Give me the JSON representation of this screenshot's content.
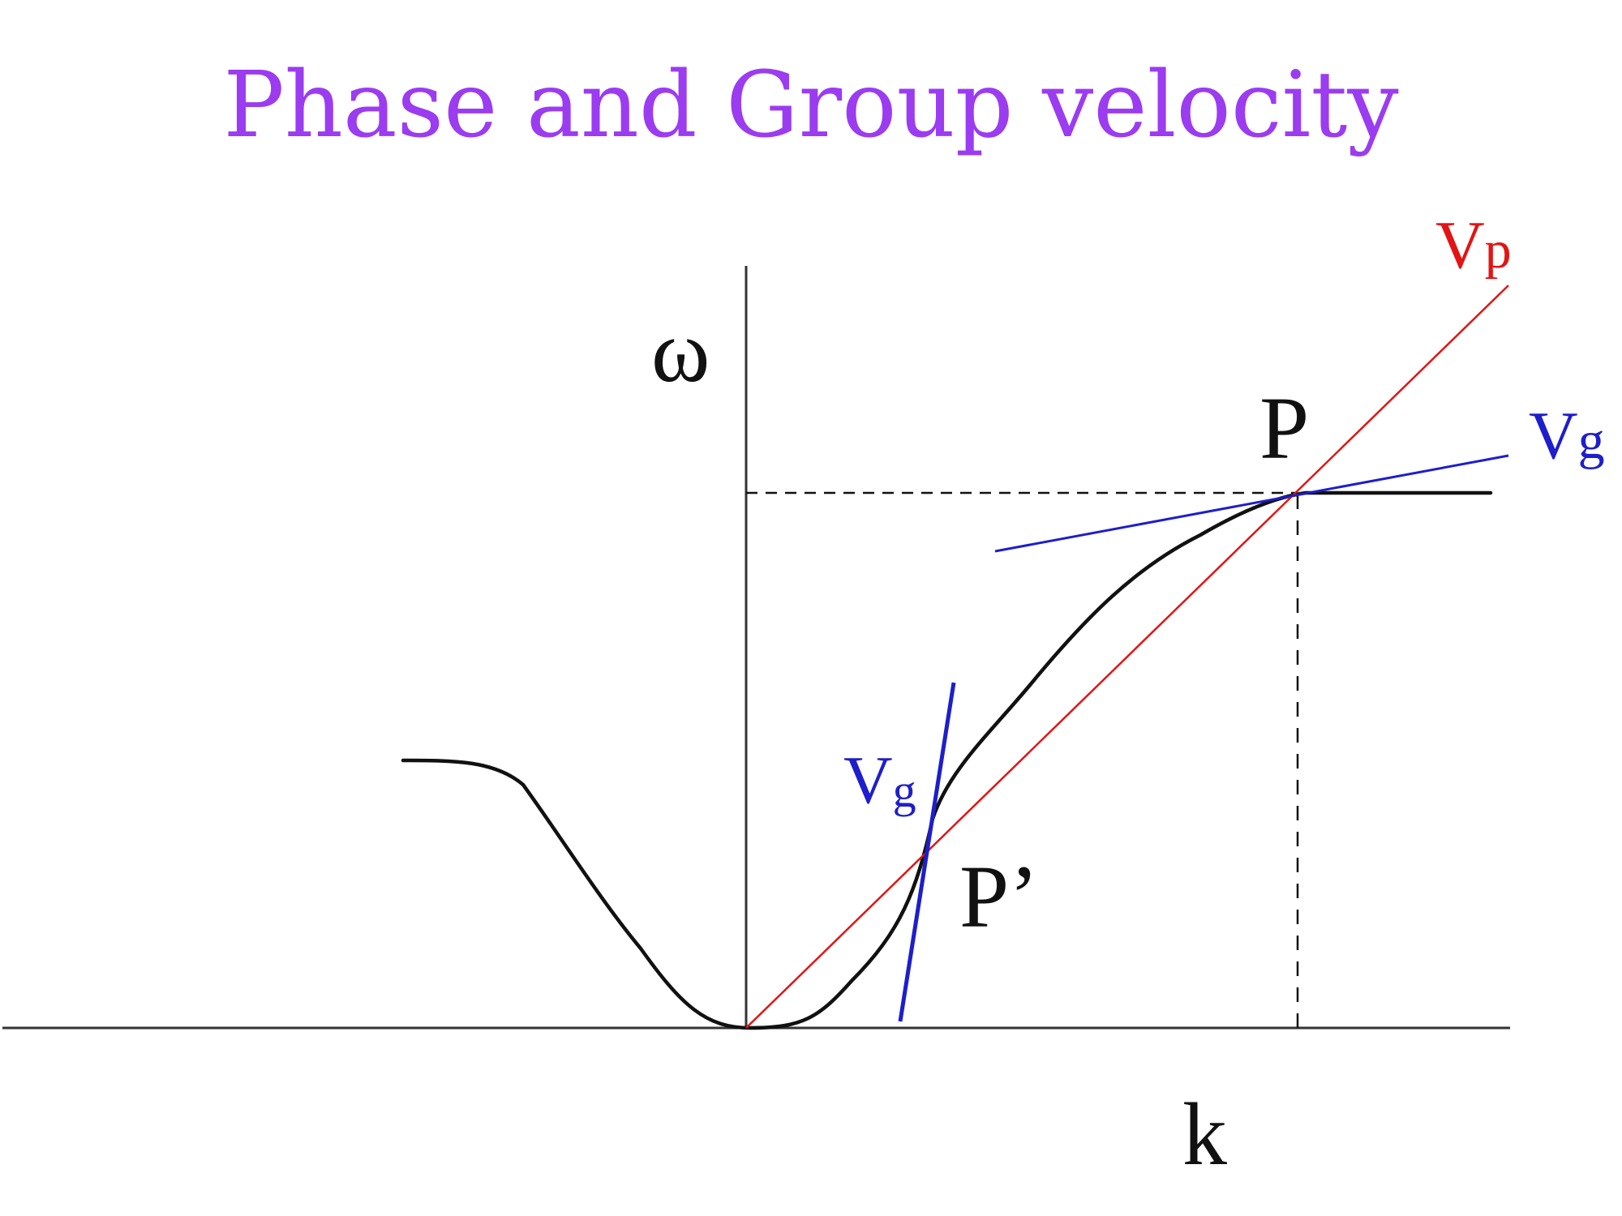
{
  "title": "Phase and Group velocity",
  "labels": {
    "omega": "ω",
    "k": "k",
    "p": "P",
    "p_prime": "P’",
    "vp_main": "V",
    "vp_sub": "p",
    "vg_top_main": "V",
    "vg_top_sub": "g",
    "vg_low_main": "V",
    "vg_low_sub": "g"
  },
  "colors": {
    "title": "#9b3cf0",
    "phase_velocity": "#e31414",
    "group_velocity": "#1e1ecc",
    "curve": "#111111",
    "axes": "#333333"
  }
}
